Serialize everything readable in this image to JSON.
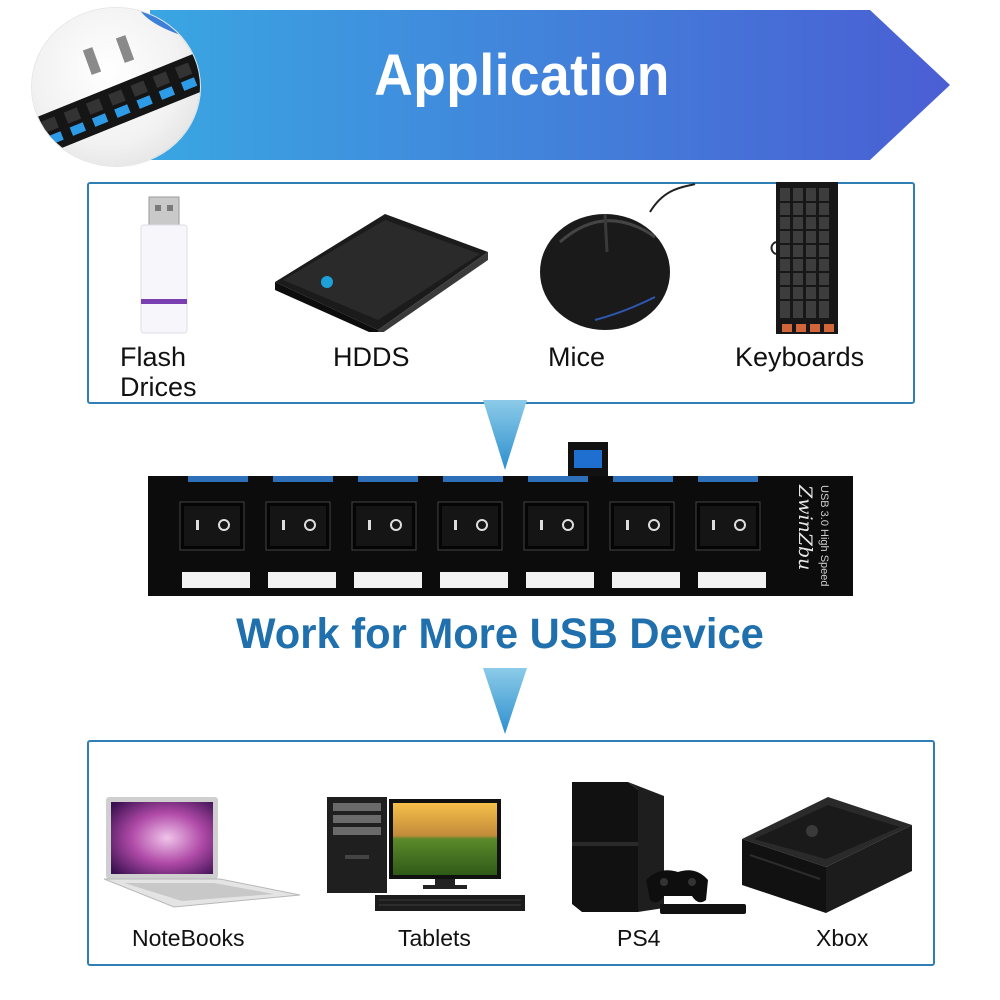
{
  "banner": {
    "title": "Application",
    "gradient_start": "#3aa3e0",
    "gradient_end": "#4b5fd4"
  },
  "top_devices": [
    {
      "name": "flash",
      "label_line1": "Flash",
      "label_line2": "Drices"
    },
    {
      "name": "hdds",
      "label": "HDDS"
    },
    {
      "name": "mice",
      "label": "Mice"
    },
    {
      "name": "keyboards",
      "label": "Keyboards"
    }
  ],
  "hub": {
    "brand_text": "ZwinZbu",
    "spec_text": "USB 3.0 High Speed",
    "port_count": 7
  },
  "headline": "Work for More USB Device",
  "bottom_devices": [
    {
      "name": "notebooks",
      "label": "NoteBooks"
    },
    {
      "name": "tablets",
      "label": "Tablets"
    },
    {
      "name": "ps4",
      "label": "PS4"
    },
    {
      "name": "xbox",
      "label": "Xbox"
    }
  ],
  "colors": {
    "panel_border": "#2f7fb5",
    "headline": "#1f70ad",
    "arrow": "#4aa6d6"
  }
}
